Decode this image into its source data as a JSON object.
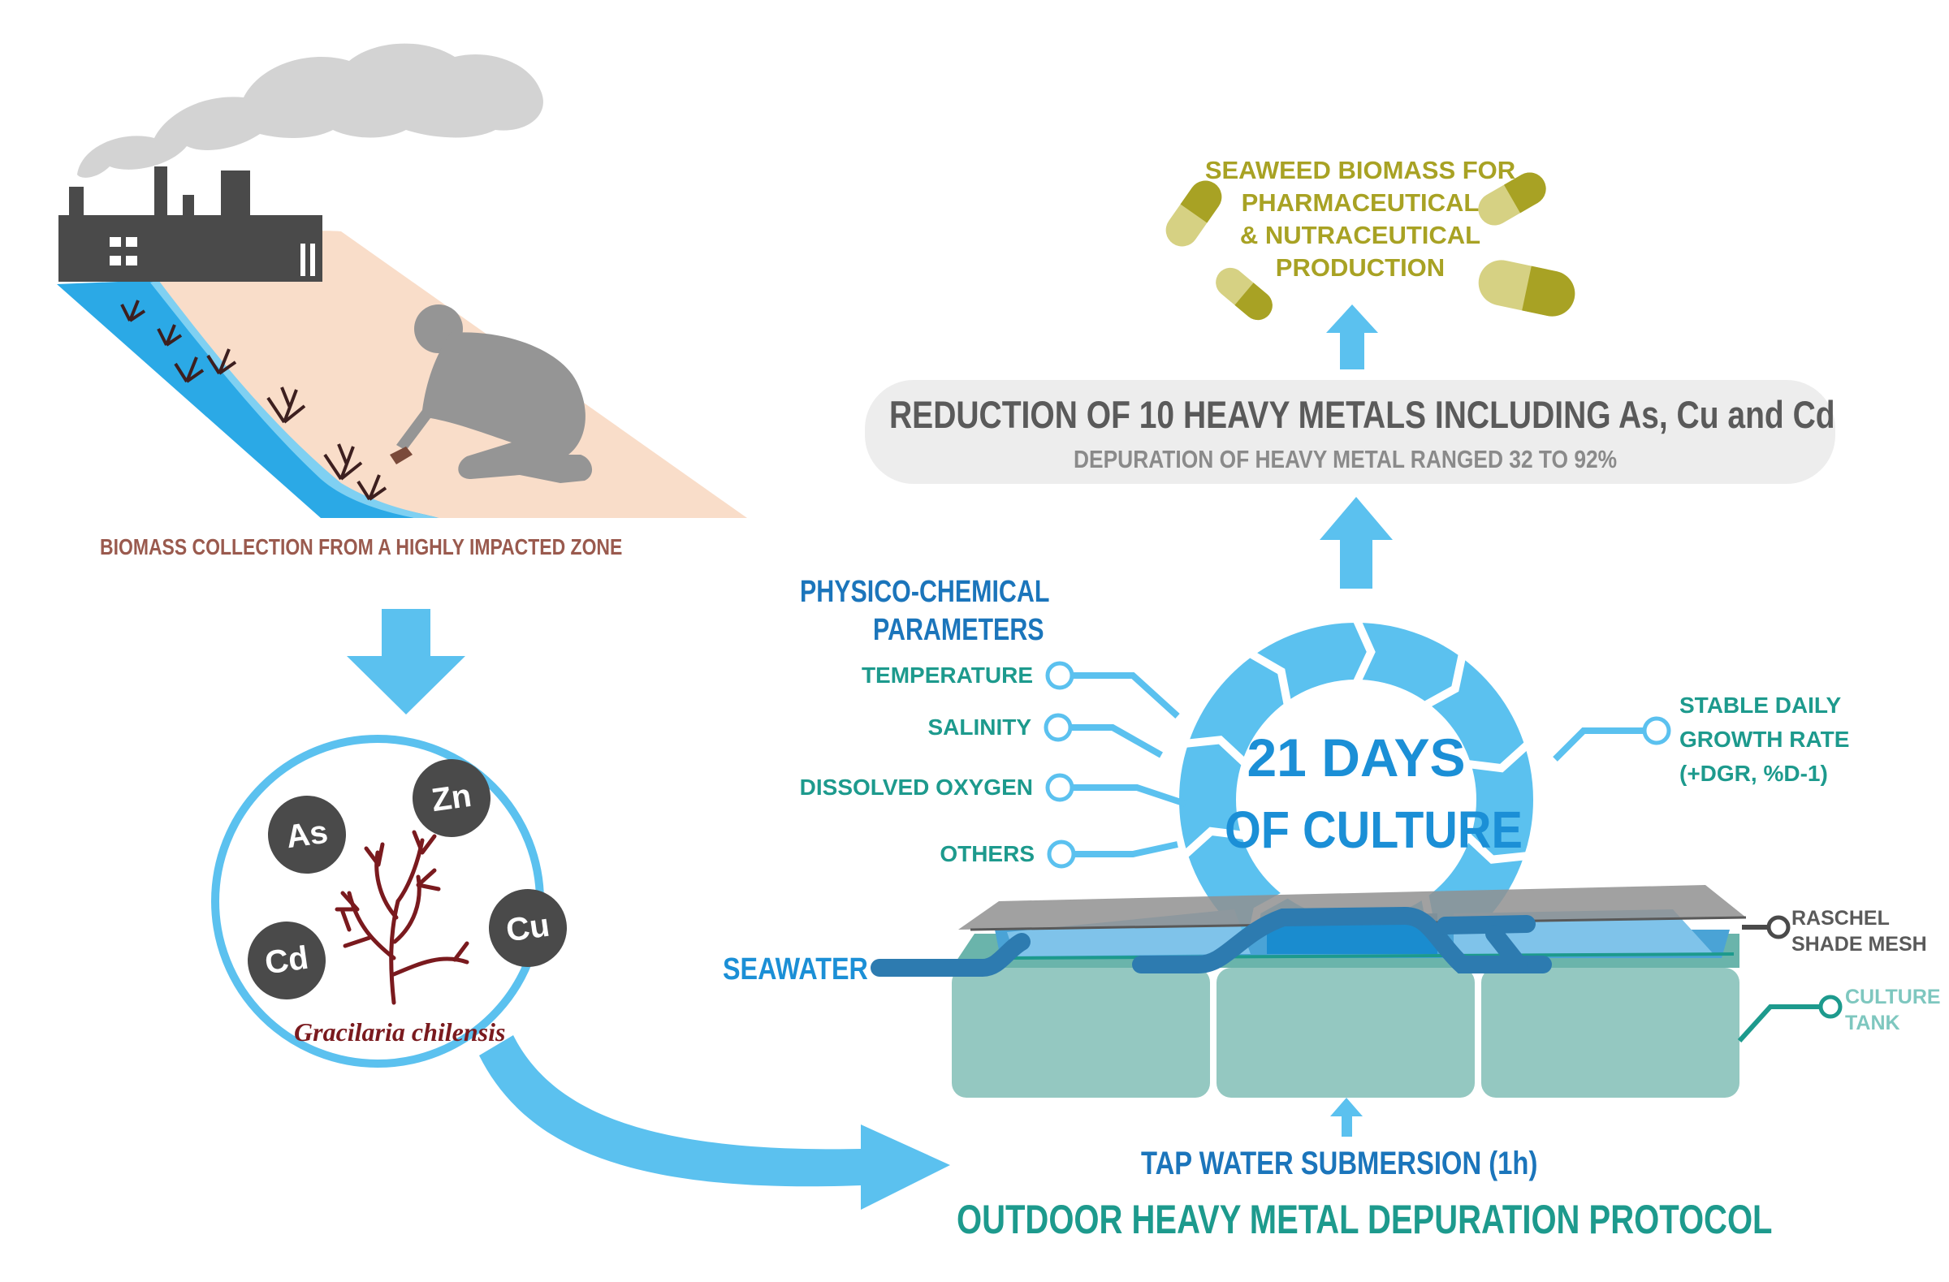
{
  "colors": {
    "sky_blue": "#5bc1ef",
    "dark_blue": "#1b75bb",
    "teal": "#1d9a8d",
    "olive": "#a8a224",
    "brown": "#9a5a4e",
    "dark_red": "#7a1a1e",
    "gray_text": "#5a5a5a",
    "sand": "#f9ddc9",
    "tank": "#94c8c1"
  },
  "icons": {
    "factory": "factory-icon",
    "person": "collector-person-icon",
    "seaweed": "seaweed-icon",
    "capsule": "capsule-icon",
    "arrow": "arrow-icon"
  },
  "collection": {
    "caption": "BIOMASS COLLECTION FROM A HIGHLY IMPACTED ZONE"
  },
  "metals_circle": {
    "metals": [
      "As",
      "Zn",
      "Cd",
      "Cu"
    ],
    "species": "Gracilaria chilensis"
  },
  "products": {
    "lines": [
      "SEAWEED BIOMASS FOR",
      "PHARMACEUTICAL",
      "& NUTRACEUTICAL",
      "PRODUCTION"
    ]
  },
  "reduction": {
    "title": "REDUCTION OF 10 HEAVY METALS INCLUDING As, Cu and Cd",
    "subtitle": "DEPURATION OF HEAVY METAL RANGED 32 TO 92%"
  },
  "parameters": {
    "title_lines": [
      "PHYSICO-CHEMICAL",
      "PARAMETERS"
    ],
    "items": [
      "TEMPERATURE",
      "SALINITY",
      "DISSOLVED OXYGEN",
      "OTHERS"
    ]
  },
  "culture": {
    "line1": "21 DAYS",
    "line2": "OF CULTURE"
  },
  "growth": {
    "lines": [
      "STABLE DAILY",
      "GROWTH RATE",
      "(+DGR, %D-1)"
    ]
  },
  "mesh": {
    "lines": [
      "RASCHEL",
      "SHADE MESH"
    ]
  },
  "tank": {
    "lines": [
      "CULTURE",
      "TANK"
    ]
  },
  "seawater": {
    "label": "SEAWATER"
  },
  "tap_water": {
    "label": "TAP WATER SUBMERSION (1h)"
  },
  "protocol": {
    "title": "OUTDOOR  HEAVY METAL DEPURATION PROTOCOL"
  }
}
